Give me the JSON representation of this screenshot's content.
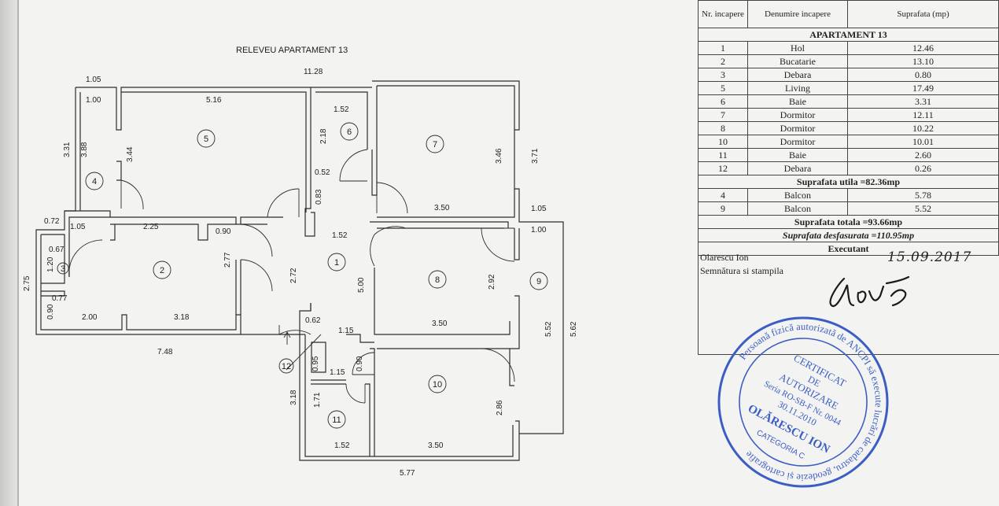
{
  "plan": {
    "title": "RELEVEU APARTAMENT 13",
    "dimensions": [
      "11.28",
      "1.05",
      "1.00",
      "5.16",
      "3.31",
      "3.88",
      "3.44",
      "1.52",
      "2.18",
      "0.52",
      "0.83",
      "3.46",
      "3.71",
      "3.50",
      "1.05",
      "1.00",
      "0.72",
      "1.05",
      "2.25",
      "0.90",
      "0.67",
      "1.20",
      "0.77",
      "0.90",
      "2.00",
      "3.18",
      "2.75",
      "7.48",
      "2.77",
      "2.72",
      "1.52",
      "5.00",
      "2.92",
      "3.50",
      "5.52",
      "5.62",
      "0.62",
      "1.15",
      "0.95",
      "1.15",
      "0.90",
      "3.18",
      "1.71",
      "1.52",
      "3.50",
      "2.86",
      "5.77"
    ],
    "rooms": [
      "1",
      "2",
      "3",
      "4",
      "5",
      "6",
      "7",
      "8",
      "9",
      "10",
      "11",
      "12"
    ]
  },
  "table": {
    "headers": [
      "Nr. incapere",
      "Denumire incapere",
      "Suprafata (mp)"
    ],
    "section_title": "APARTAMENT 13",
    "rows": [
      [
        "1",
        "Hol",
        "12.46"
      ],
      [
        "2",
        "Bucatarie",
        "13.10"
      ],
      [
        "3",
        "Debara",
        "0.80"
      ],
      [
        "5",
        "Living",
        "17.49"
      ],
      [
        "6",
        "Baie",
        "3.31"
      ],
      [
        "7",
        "Dormitor",
        "12.11"
      ],
      [
        "8",
        "Dormitor",
        "10.22"
      ],
      [
        "10",
        "Dormitor",
        "10.01"
      ],
      [
        "11",
        "Baie",
        "2.60"
      ],
      [
        "12",
        "Debara",
        "0.26"
      ]
    ],
    "useful_area": "Suprafata utila =82.36mp",
    "balcony_rows": [
      [
        "4",
        "Balcon",
        "5.78"
      ],
      [
        "9",
        "Balcon",
        "5.52"
      ]
    ],
    "total_area": "Suprafata totala =93.66mp",
    "built_area": "Suprafata desfasurata =110.95mp",
    "executor_heading": "Executant"
  },
  "executor": {
    "name": "Olarescu Ion",
    "signature_label": "Semnătura si stampila",
    "date": "15.09.2017",
    "signature_color": "#1b1b1b"
  },
  "stamp": {
    "outer_text": "Persoană fizică autorizată de ANCPI să execute lucrări de cadastru, geodezie și cartografie",
    "line1": "CERTIFICAT",
    "line2": "DE",
    "line3": "AUTORIZARE",
    "line4": "Seria RO-SB-F Nr. 0044",
    "line5": "30.11.2010",
    "name": "OLĂRESCU ION",
    "category": "CATEGORIA C",
    "color": "#3c5ec4"
  }
}
